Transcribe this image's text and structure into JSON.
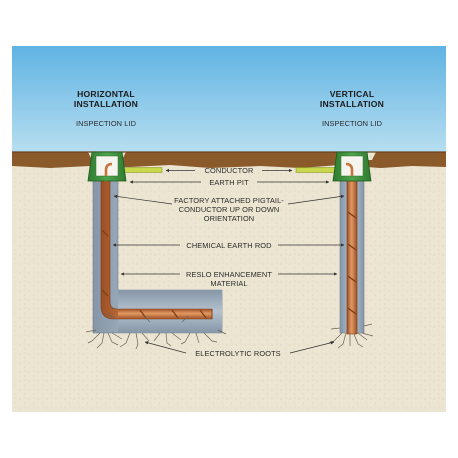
{
  "diagram": {
    "colors": {
      "sky": "#7fc4e6",
      "soil_top": "#8b5a2b",
      "ground": "#ede6d3",
      "lid": "#3a8b3a",
      "copper": "#c8743f",
      "pigtail": "#c8d84a",
      "enhancement": "#9aa9b8",
      "leader_lines": "#333333"
    },
    "left_installation": {
      "title_line1": "HORIZONTAL",
      "title_line2": "INSTALLATION",
      "lid_label": "INSPECTION LID"
    },
    "right_installation": {
      "title_line1": "VERTICAL",
      "title_line2": "INSTALLATION",
      "lid_label": "INSPECTION LID"
    },
    "callouts": {
      "conductor": "CONDUCTOR",
      "earth_pit": "EARTH PIT",
      "pigtail_line1": "FACTORY ATTACHED PIGTAIL-",
      "pigtail_line2": "CONDUCTOR UP OR DOWN",
      "pigtail_line3": "ORIENTATION",
      "chemical_rod": "CHEMICAL EARTH ROD",
      "enhancement_line1": "RESLO ENHANCEMENT",
      "enhancement_line2": "MATERIAL",
      "roots": "ELECTROLYTIC ROOTS"
    }
  }
}
